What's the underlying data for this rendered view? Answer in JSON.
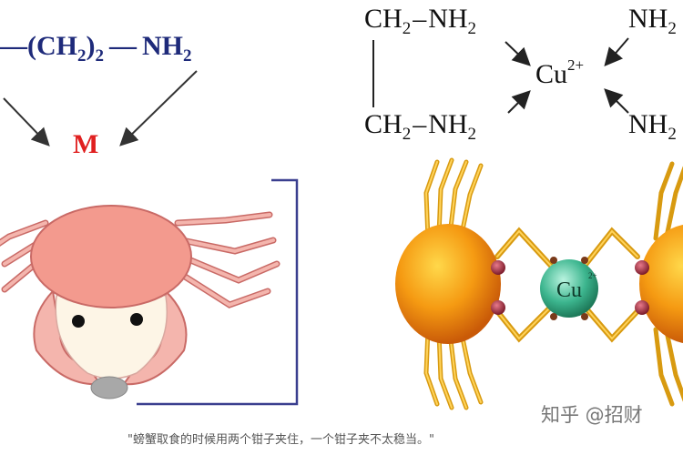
{
  "left_formula": {
    "dash": "—",
    "group": "(CH",
    "group_sub": "2",
    "group_close": ")",
    "repeat_sub": "2",
    "dash2": "—",
    "amine": "NH",
    "amine_sub": "2",
    "metal": "M"
  },
  "right_formula": {
    "ch2_top": "CH",
    "ch2_top_sub": "2",
    "nh2_top": "NH",
    "nh2_top_sub": "2",
    "ch2_bottom": "CH",
    "ch2_bottom_sub": "2",
    "nh2_bottom": "NH",
    "nh2_bottom_sub": "2",
    "cu": "Cu",
    "cu_charge": "2+",
    "nh2_right_top": "NH",
    "nh2_right_top_sub": "2",
    "nh2_right_bottom": "NH",
    "nh2_right_bottom_sub": "2"
  },
  "illustration": {
    "cu_label": "Cu",
    "cu_charge": "2+"
  },
  "caption": "\"螃蟹取食的时候用两个钳子夹住，一个钳子夹不太稳当。\"",
  "watermark": "知乎 @招财"
}
